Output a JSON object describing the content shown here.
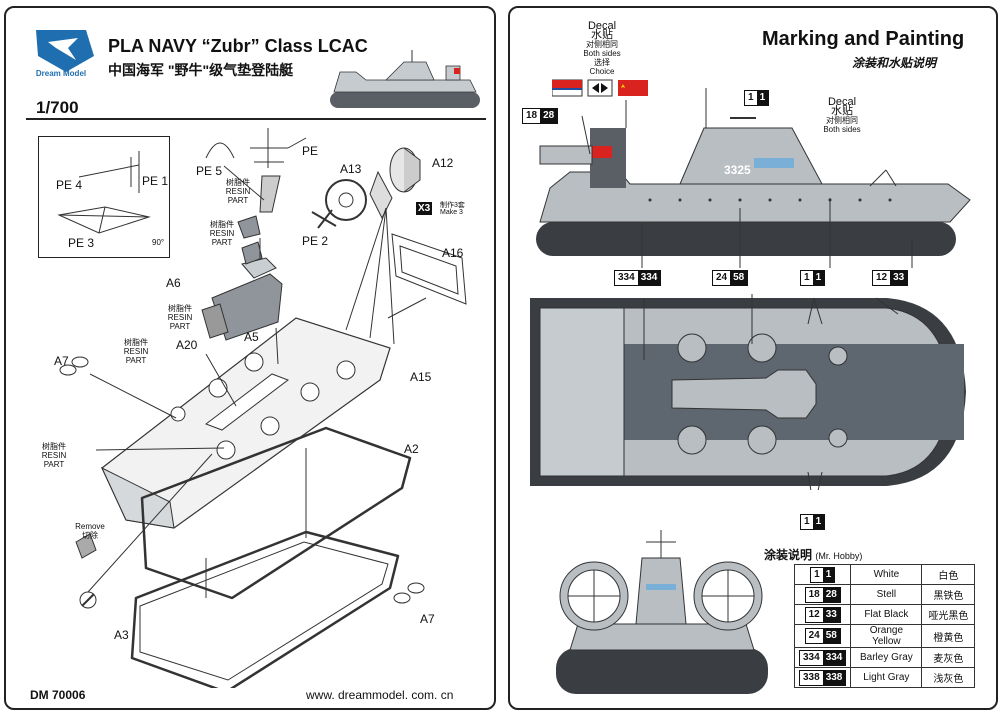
{
  "left": {
    "brand": "Dream Model",
    "title": "PLA NAVY “Zubr” Class LCAC",
    "subtitle_cn": "中国海军 \"野牛\"级气垫登陆艇",
    "scale": "1/700",
    "product_code": "DM 70006",
    "website": "www. dreammodel. com. cn",
    "resin_part_cn": "树脂件",
    "resin_part_en": "RESIN PART",
    "make3_count": "X3",
    "make3_cn": "制作3套",
    "make3_en": "Make 3",
    "remove_en": "Remove",
    "remove_cn": "切除",
    "angle": "90°",
    "part_labels": {
      "pe": "PE",
      "pe1": "PE 1",
      "pe2": "PE 2",
      "pe3": "PE 3",
      "pe4": "PE 4",
      "pe5": "PE 5",
      "a2": "A2",
      "a3": "A3",
      "a5": "A5",
      "a6": "A6",
      "a7": "A7",
      "a12": "A12",
      "a13": "A13",
      "a15": "A15",
      "a16": "A16",
      "a20": "A20"
    }
  },
  "right": {
    "title": "Marking and Painting",
    "title_cn": "涂装和水贴说明",
    "decal_en": "Decal",
    "decal_cn": "水贴",
    "both_sides_cn": "对侧相同",
    "both_sides_en": "Both sides",
    "choice_cn": "选择",
    "choice_en": "Choice",
    "hull_number": "3325",
    "callouts": {
      "c1": [
        "1",
        "1"
      ],
      "c18": [
        "18",
        "28"
      ],
      "c334": [
        "334",
        "334"
      ],
      "c24": [
        "24",
        "58"
      ],
      "c12": [
        "12",
        "33"
      ]
    },
    "paint_title": "涂装说明",
    "paint_brand": "(Mr. Hobby)",
    "paints": [
      {
        "code_a": "1",
        "code_b": "1",
        "name_en": "White",
        "name_cn": "白色"
      },
      {
        "code_a": "18",
        "code_b": "28",
        "name_en": "Stell",
        "name_cn": "黑铁色"
      },
      {
        "code_a": "12",
        "code_b": "33",
        "name_en": "Flat Black",
        "name_cn": "哑光黑色"
      },
      {
        "code_a": "24",
        "code_b": "58",
        "name_en": "Orange Yellow",
        "name_cn": "橙黄色"
      },
      {
        "code_a": "334",
        "code_b": "334",
        "name_en": "Barley Gray",
        "name_cn": "麦灰色"
      },
      {
        "code_a": "338",
        "code_b": "338",
        "name_en": "Light Gray",
        "name_cn": "浅灰色"
      }
    ]
  },
  "colors": {
    "hull_gray": "#b9bec3",
    "deck_dark": "#3a3d42",
    "deck_panel": "#5e6770",
    "ink": "#111111",
    "flag_red": "#d8231e",
    "logo_blue": "#1f6fb0"
  }
}
